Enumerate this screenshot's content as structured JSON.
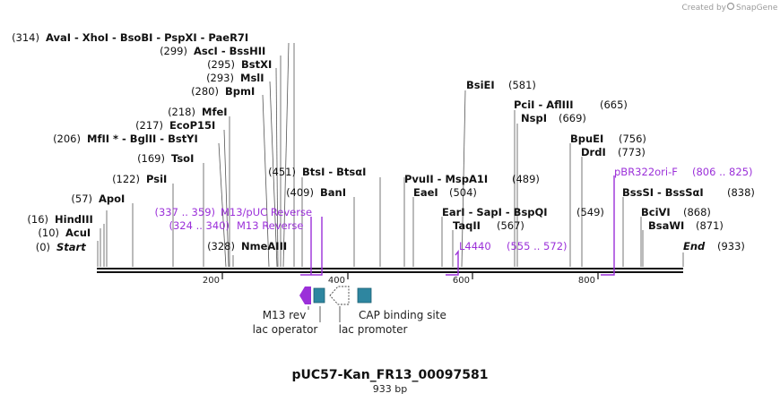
{
  "credit": {
    "prefix": "Created by",
    "brand": "SnapGene"
  },
  "title": "pUC57-Kan_FR13_00097581",
  "length_label": "933 bp",
  "ticks": [
    "200",
    "400",
    "600",
    "800"
  ],
  "sites": [
    {
      "pos": "(0)",
      "name": "Start"
    },
    {
      "pos": "(10)",
      "name": "AcuI"
    },
    {
      "pos": "(16)",
      "name": "HindIII"
    },
    {
      "pos": "(57)",
      "name": "ApoI"
    },
    {
      "pos": "(122)",
      "name": "PsiI"
    },
    {
      "pos": "(169)",
      "name": "TsoI"
    },
    {
      "pos": "(206)",
      "name": "MfII * - BglII - BstYI"
    },
    {
      "pos": "(217)",
      "name": "EcoP15I"
    },
    {
      "pos": "(218)",
      "name": "MfeI"
    },
    {
      "pos": "(280)",
      "name": "BpmI"
    },
    {
      "pos": "(293)",
      "name": "MslI"
    },
    {
      "pos": "(295)",
      "name": "BstXI"
    },
    {
      "pos": "(299)",
      "name": "AscI - BssHII"
    },
    {
      "pos": "(314)",
      "name": "AvaI - XhoI - BsoBI - PspXI - PaeR7I"
    },
    {
      "pos": "(328)",
      "name": "NmeAIII"
    },
    {
      "pos": "(409)",
      "name": "BanI"
    },
    {
      "pos": "(451)",
      "name": "BtsI - BtsαI"
    },
    {
      "pos": "(489)",
      "name": "PvuII - MspA1I"
    },
    {
      "pos": "(504)",
      "name": "EaeI"
    },
    {
      "pos": "(549)",
      "name": "EarI - SapI - BspQI"
    },
    {
      "pos": "(567)",
      "name": "TaqII"
    },
    {
      "pos": "(581)",
      "name": "BsiEI"
    },
    {
      "pos": "(665)",
      "name": "PciI - AflIII"
    },
    {
      "pos": "(669)",
      "name": "NspI"
    },
    {
      "pos": "(756)",
      "name": "BpuEI"
    },
    {
      "pos": "(773)",
      "name": "DrdI"
    },
    {
      "pos": "(838)",
      "name": "BssSI - BssSαI"
    },
    {
      "pos": "(868)",
      "name": "BciVI"
    },
    {
      "pos": "(871)",
      "name": "BsaWI"
    },
    {
      "pos": "(933)",
      "name": "End"
    }
  ],
  "primers": [
    {
      "range": "(337 .. 359)",
      "name": "M13/pUC Reverse"
    },
    {
      "range": "(324 .. 340)",
      "name": "M13 Reverse"
    },
    {
      "range": "(555 .. 572)",
      "name": "L4440"
    },
    {
      "range": "(806 .. 825)",
      "name": "pBR322ori-F"
    }
  ],
  "features": {
    "m13_rev": "M13 rev",
    "lac_operator": "lac operator",
    "lac_promoter": "lac promoter",
    "cap_site": "CAP binding site"
  },
  "colors": {
    "primer": "#9b30d9",
    "feature_box": "#2e86a0",
    "m13_arrow": "#9b30d9",
    "backbone": "#111111"
  }
}
